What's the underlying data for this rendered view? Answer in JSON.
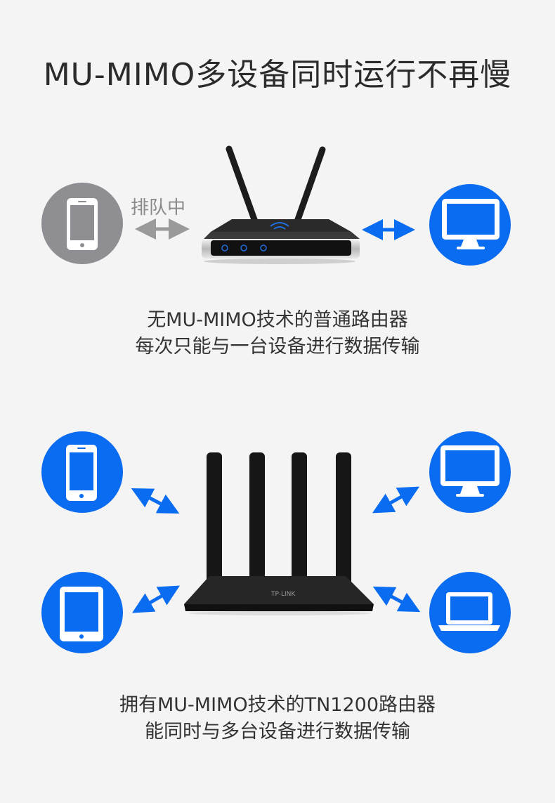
{
  "title": "MU-MIMO多设备同时运行不再慢",
  "top_section": {
    "queue_label": "排队中",
    "caption_line1": "无MU-MIMO技术的普通路由器",
    "caption_line2": "每次只能与一台设备进行数据传输",
    "devices": [
      {
        "icon": "smartphone-icon",
        "state": "waiting",
        "color": "#8e8e93"
      },
      {
        "icon": "monitor-icon",
        "state": "connected",
        "color": "#0a6cf0"
      }
    ]
  },
  "bottom_section": {
    "caption_line1": "拥有MU-MIMO技术的TN1200路由器",
    "caption_line2": "能同时与多台设备进行数据传输",
    "devices": [
      {
        "icon": "smartphone-icon",
        "color": "#0a6cf0"
      },
      {
        "icon": "monitor-icon",
        "color": "#0a6cf0"
      },
      {
        "icon": "tablet-icon",
        "color": "#0a6cf0"
      },
      {
        "icon": "laptop-icon",
        "color": "#0a6cf0"
      }
    ]
  },
  "colors": {
    "accent": "#0a6cf0",
    "inactive": "#8e8e93",
    "background": "#f4f4f4"
  }
}
